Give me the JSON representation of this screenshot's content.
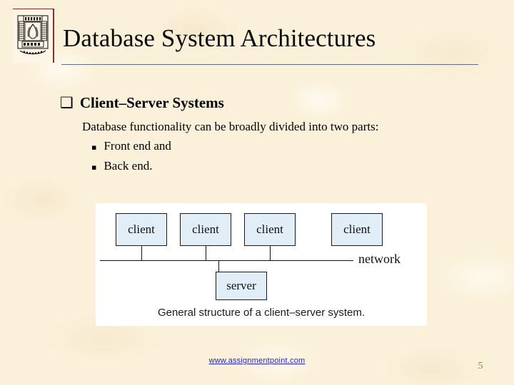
{
  "slide": {
    "title": "Database System Architectures",
    "page_number": "5",
    "background_color": "#fbf0d9",
    "title_rule_color": "#5b6e86"
  },
  "logo": {
    "name": "university-crest",
    "border_color": "#8e2b2b"
  },
  "content": {
    "level1": {
      "bullet_glyph": "❑",
      "text": "Client–Server Systems"
    },
    "level2": {
      "text": "Database functionality can be broadly divided into two parts:"
    },
    "level3": [
      {
        "bullet_glyph": "▪",
        "text": "Front end and"
      },
      {
        "bullet_glyph": "▪",
        "text": "Back end."
      }
    ]
  },
  "diagram": {
    "caption": "General structure of a client–server system.",
    "network_label": "network",
    "box_fill": "#e2eef7",
    "box_border": "#1a1a1a",
    "clients": [
      {
        "label": "client",
        "connected": true
      },
      {
        "label": "client",
        "connected": true
      },
      {
        "label": "client",
        "connected": true
      },
      {
        "label": "client",
        "connected": false
      }
    ],
    "server": {
      "label": "server"
    }
  },
  "footer": {
    "link_text": "www.assignmentpoint.com",
    "link_color": "#2323c8"
  }
}
